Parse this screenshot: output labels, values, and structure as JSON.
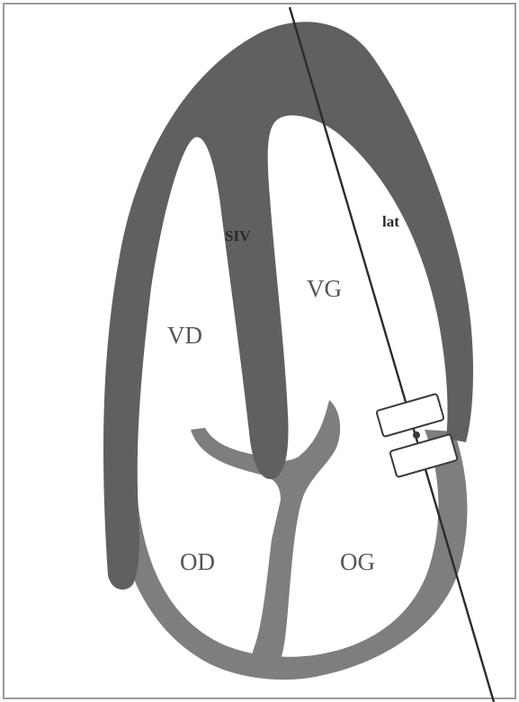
{
  "colors": {
    "background": "#ffffff",
    "frame": "#9a9a9a",
    "myocardium": "#606060",
    "atrial_wall": "#7e7e7e",
    "cavity": "#ffffff",
    "chamber_label": "#555555",
    "wall_label": "#2a2a2a",
    "cut_line": "#2b2b2b",
    "probe_outline": "#3a3a3a"
  },
  "labels": {
    "ventricle_right": "VD",
    "ventricle_left": "VG",
    "atrium_right": "OD",
    "atrium_left": "OG",
    "septum": "SIV",
    "lateral_wall": "lat"
  }
}
